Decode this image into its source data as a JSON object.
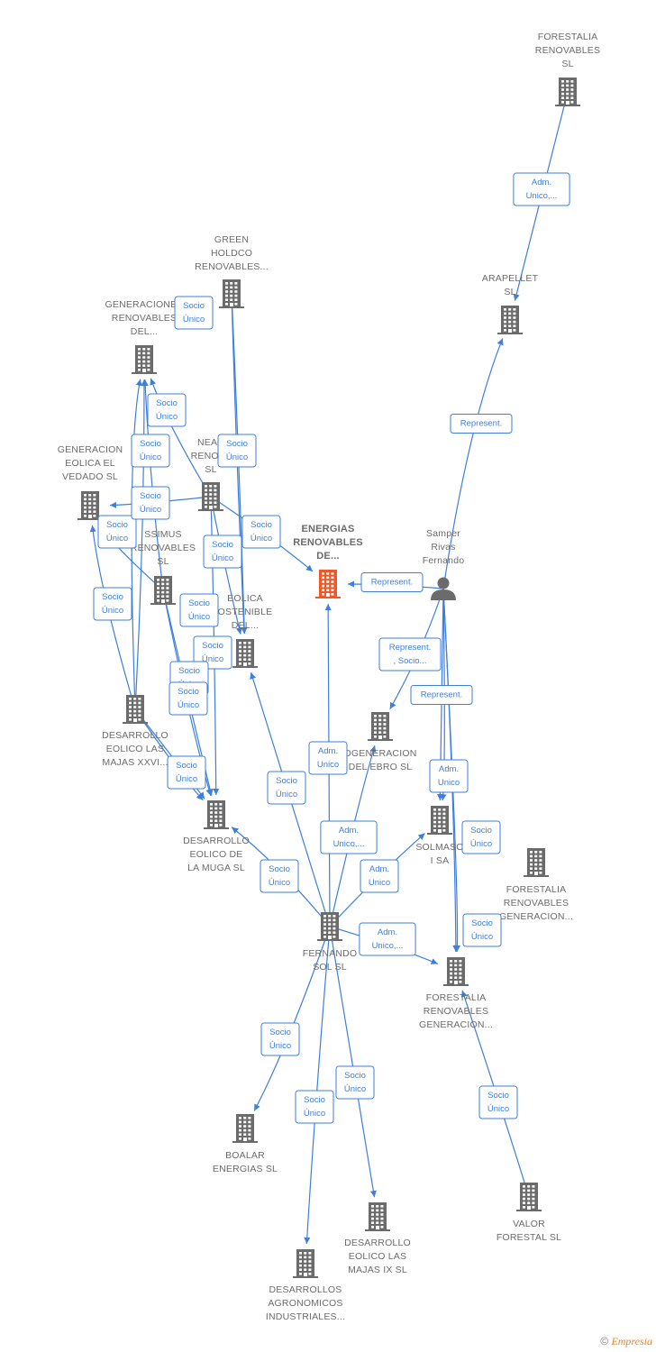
{
  "nodes": {
    "forestalia_sl": {
      "lines": [
        "FORESTALIA",
        "RENOVABLES",
        "SL"
      ],
      "type": "company"
    },
    "arapellet": {
      "lines": [
        "ARAPELLET",
        "SL"
      ],
      "type": "company"
    },
    "green_holdco": {
      "lines": [
        "GREEN",
        "HOLDCO",
        "RENOVABLES..."
      ],
      "type": "company"
    },
    "generaciones_renov": {
      "lines": [
        "GENERACIONES",
        "RENOVABLES",
        "DEL..."
      ],
      "type": "company"
    },
    "generacion_vedado": {
      "lines": [
        "GENERACION",
        "EOLICA EL",
        "VEDADO SL"
      ],
      "type": "company"
    },
    "nearco": {
      "lines": [
        "NEAR",
        "RENOVA",
        "SL"
      ],
      "type": "company"
    },
    "ssimus": {
      "lines": [
        "SSIMUS",
        "RENOVABLES",
        "SL"
      ],
      "type": "company"
    },
    "energias": {
      "lines": [
        "ENERGIAS",
        "RENOVABLES",
        "DE..."
      ],
      "type": "company-main"
    },
    "samper": {
      "lines": [
        "Samper",
        "Rivas",
        "Fernando"
      ],
      "type": "person"
    },
    "eolica_sostenible": {
      "lines": [
        "EOLICA",
        "OSTENIBLE",
        "DEL..."
      ],
      "type": "company"
    },
    "majas_xxvi": {
      "lines": [
        "DESARROLLO",
        "EOLICO LAS",
        "MAJAS XXVI..."
      ],
      "type": "company"
    },
    "cogeneracion_ebro": {
      "lines": [
        "OGENERACION",
        "DEL EBRO  SL"
      ],
      "type": "company"
    },
    "solmaso": {
      "lines": [
        "SOLMASO",
        "I SA"
      ],
      "type": "company"
    },
    "muga": {
      "lines": [
        "DESARROLLO",
        "EOLICO DE",
        "LA MUGA SL"
      ],
      "type": "company"
    },
    "forestalia_gen1": {
      "lines": [
        "FORESTALIA",
        "RENOVABLES",
        "GENERACION..."
      ],
      "type": "company"
    },
    "fernando_sol": {
      "lines": [
        "FERNANDO",
        "SOL SL"
      ],
      "type": "company"
    },
    "forestalia_gen2": {
      "lines": [
        "FORESTALIA",
        "RENOVABLES",
        "GENERACION..."
      ],
      "type": "company"
    },
    "boalar": {
      "lines": [
        "BOALAR",
        "ENERGIAS  SL"
      ],
      "type": "company"
    },
    "majas_ix": {
      "lines": [
        "DESARROLLO",
        "EOLICO LAS",
        "MAJAS IX  SL"
      ],
      "type": "company"
    },
    "valor_forestal": {
      "lines": [
        "VALOR",
        "FORESTAL SL"
      ],
      "type": "company"
    },
    "agronomicos": {
      "lines": [
        "DESARROLLOS",
        "AGRONOMICOS",
        "INDUSTRIALES..."
      ],
      "type": "company"
    }
  },
  "relations": [
    {
      "lines": [
        "Adm.",
        "Unico,..."
      ]
    },
    {
      "lines": [
        "Represent."
      ]
    },
    {
      "lines": [
        "Socio",
        "Único"
      ]
    },
    {
      "lines": [
        "Socio",
        "Único"
      ]
    },
    {
      "lines": [
        "Socio",
        "Único"
      ]
    },
    {
      "lines": [
        "Socio",
        "Único"
      ]
    },
    {
      "lines": [
        "Socio",
        "Único"
      ]
    },
    {
      "lines": [
        "Socio",
        "Único"
      ]
    },
    {
      "lines": [
        "Socio",
        "Único"
      ]
    },
    {
      "lines": [
        "Socio",
        "Único"
      ]
    },
    {
      "lines": [
        "Socio",
        "Único"
      ]
    },
    {
      "lines": [
        "Socio",
        "Único"
      ]
    },
    {
      "lines": [
        "Represent."
      ]
    },
    {
      "lines": [
        "Socio",
        "Único"
      ]
    },
    {
      "lines": [
        "Socio",
        "Único"
      ]
    },
    {
      "lines": [
        "Socio",
        "Único"
      ]
    },
    {
      "lines": [
        "Socio",
        "Único"
      ]
    },
    {
      "lines": [
        "Represent.",
        ", Socio..."
      ]
    },
    {
      "lines": [
        "Represent."
      ]
    },
    {
      "lines": [
        "Socio",
        "Único"
      ]
    },
    {
      "lines": [
        "Adm.",
        "Unico"
      ]
    },
    {
      "lines": [
        "Adm.",
        "Unico"
      ]
    },
    {
      "lines": [
        "Socio",
        "Único"
      ]
    },
    {
      "lines": [
        "Socio",
        "Único"
      ]
    },
    {
      "lines": [
        "Adm.",
        "Unico,..."
      ]
    },
    {
      "lines": [
        "Socio",
        "Único"
      ]
    },
    {
      "lines": [
        "Adm.",
        "Unico"
      ]
    },
    {
      "lines": [
        "Socio",
        "Único"
      ]
    },
    {
      "lines": [
        "Adm.",
        "Unico,..."
      ]
    },
    {
      "lines": [
        "Socio",
        "Único"
      ]
    },
    {
      "lines": [
        "Socio",
        "Único"
      ]
    },
    {
      "lines": [
        "Socio",
        "Único"
      ]
    },
    {
      "lines": [
        "Socio",
        "Único"
      ]
    }
  ],
  "footer": {
    "copyright": "©",
    "brand": "Empresia"
  },
  "colors": {
    "edge": "#3d7fdc",
    "node_icon": "#6b6b6b",
    "main_icon": "#f0582a"
  }
}
